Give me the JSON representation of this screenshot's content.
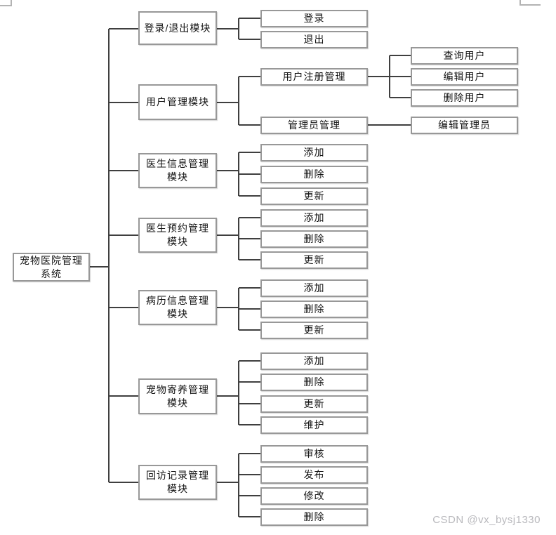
{
  "watermark": {
    "text": "CSDN @vx_bysj1330"
  },
  "colors": {
    "connector": "#3f3f3f",
    "box_border": "#989898",
    "watermark": "#b9b9bd",
    "background": "#ffffff"
  },
  "diagram": {
    "root": {
      "label": "宠物医院管理\n系统"
    },
    "modules": [
      {
        "label": "登录/退出模块",
        "children": [
          {
            "label": "登录"
          },
          {
            "label": "退出"
          }
        ]
      },
      {
        "label": "用户管理模块",
        "children": [
          {
            "label": "用户注册管理",
            "children": [
              {
                "label": "查询用户"
              },
              {
                "label": "编辑用户"
              },
              {
                "label": "删除用户"
              }
            ]
          },
          {
            "label": "管理员管理",
            "children": [
              {
                "label": "编辑管理员"
              }
            ]
          }
        ]
      },
      {
        "label": "医生信息管理\n模块",
        "children": [
          {
            "label": "添加"
          },
          {
            "label": "删除"
          },
          {
            "label": "更新"
          }
        ]
      },
      {
        "label": "医生预约管理\n模块",
        "children": [
          {
            "label": "添加"
          },
          {
            "label": "删除"
          },
          {
            "label": "更新"
          }
        ]
      },
      {
        "label": "病历信息管理\n模块",
        "children": [
          {
            "label": "添加"
          },
          {
            "label": "删除"
          },
          {
            "label": "更新"
          }
        ]
      },
      {
        "label": "宠物寄养管理\n模块",
        "children": [
          {
            "label": "添加"
          },
          {
            "label": "删除"
          },
          {
            "label": "更新"
          },
          {
            "label": "维护"
          }
        ]
      },
      {
        "label": "回访记录管理\n模块",
        "children": [
          {
            "label": "审核"
          },
          {
            "label": "发布"
          },
          {
            "label": "修改"
          },
          {
            "label": "删除"
          }
        ]
      }
    ]
  }
}
